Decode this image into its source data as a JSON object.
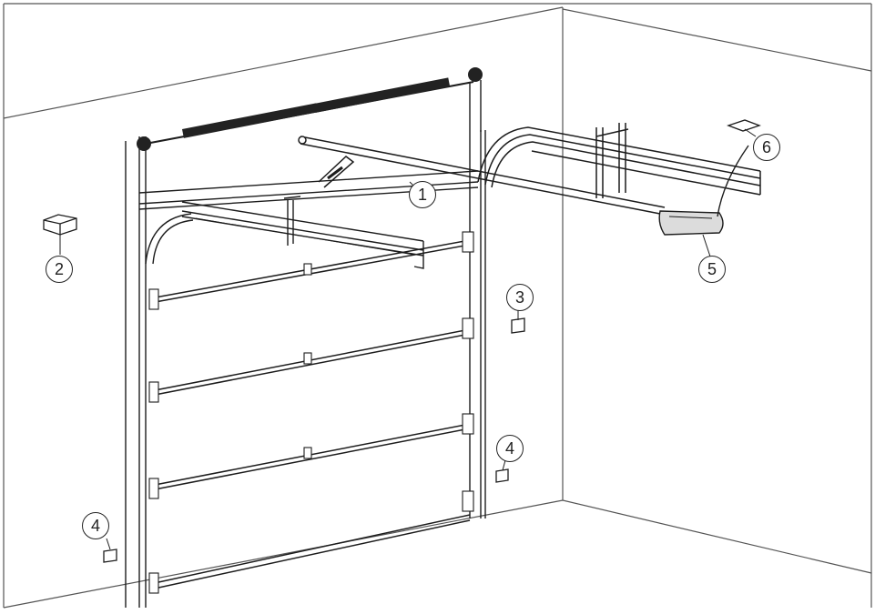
{
  "diagram": {
    "callouts": [
      {
        "id": "c1",
        "number": "1",
        "meaning": "rail-arm"
      },
      {
        "id": "c2",
        "number": "2",
        "meaning": "wall-box"
      },
      {
        "id": "c3",
        "number": "3",
        "meaning": "side-box"
      },
      {
        "id": "c4a",
        "number": "4",
        "meaning": "sensor-right"
      },
      {
        "id": "c4b",
        "number": "4",
        "meaning": "sensor-left"
      },
      {
        "id": "c5",
        "number": "5",
        "meaning": "motor-unit"
      },
      {
        "id": "c6",
        "number": "6",
        "meaning": "ceiling-plate"
      }
    ],
    "colors": {
      "line": "#1c1c1c",
      "background": "#ffffff",
      "light": "#dcdcdc"
    }
  }
}
